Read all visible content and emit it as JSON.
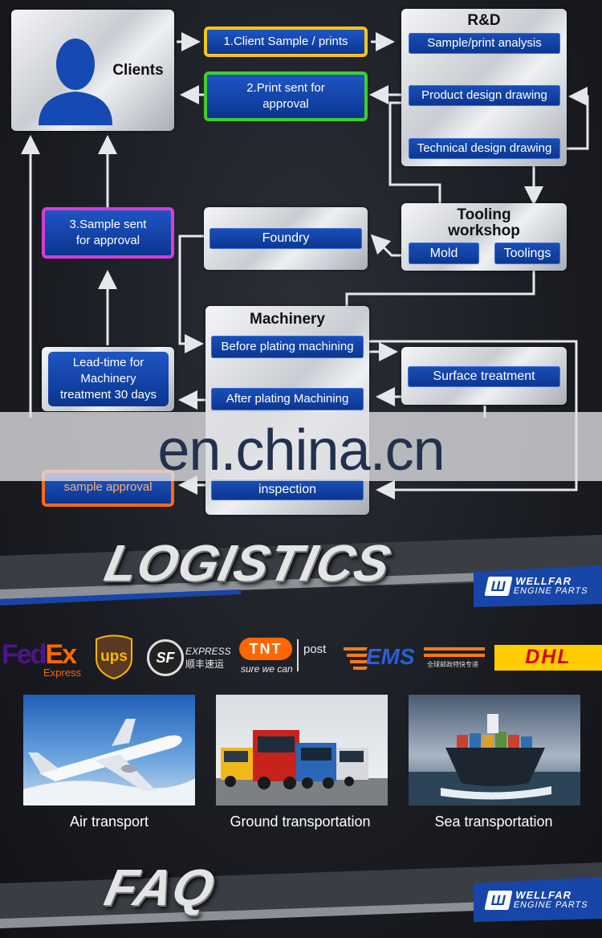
{
  "flow": {
    "clients": {
      "label": "Clients"
    },
    "client_sample": "1.Client Sample / prints",
    "print_sent": {
      "line1": "2.Print sent for",
      "line2": "approval"
    },
    "rnd": {
      "title": "R&D",
      "steps": [
        "Sample/print analysis",
        "Product design drawing",
        "Technical design drawing"
      ]
    },
    "tooling": {
      "title_line1": "Tooling",
      "title_line2": "workshop",
      "mold": "Mold",
      "toolings": "Toolings"
    },
    "foundry": "Foundry",
    "sample_sent": {
      "line1": "3.Sample sent",
      "line2": "for approval"
    },
    "machinery": {
      "title": "Machinery",
      "before": "Before plating machining",
      "after": "After plating Machining",
      "inspection": "inspection"
    },
    "surface": "Surface treatment",
    "lead_time": {
      "line1": "Lead-time for",
      "line2": "Machinery",
      "line3": "treatment 30 days"
    },
    "sample_approval": "sample approval"
  },
  "watermark": "en.china.cn",
  "logistics": {
    "heading": "LOGISTICS",
    "brand": {
      "name": "WELLFAR",
      "sub": "ENGINE PARTS"
    },
    "carriers": {
      "fedex": {
        "part1": "Fed",
        "part2": "Ex",
        "sub": "Express"
      },
      "ups": "ups",
      "sf": {
        "mark": "SF",
        "word": "EXPRESS",
        "cn": "顺丰速运"
      },
      "tnt": {
        "mark": "TNT",
        "tagline": "sure we can",
        "post": "post"
      },
      "ems": {
        "mark": "EMS",
        "cn": "全球邮政特快专递"
      },
      "dhl": "DHL"
    },
    "modes": [
      {
        "label": "Air transport",
        "icon": "airplane-photo"
      },
      {
        "label": "Ground transportation",
        "icon": "trucks-photo"
      },
      {
        "label": "Sea transportation",
        "icon": "ship-photo"
      }
    ]
  },
  "faq": {
    "heading": "FAQ",
    "brand": {
      "name": "WELLFAR",
      "sub": "ENGINE PARTS"
    }
  },
  "colors": {
    "pill_blue": "#0b3690",
    "yellow": "#f2c51d",
    "green": "#3fcf2a",
    "magenta": "#d23fd6",
    "orange": "#ff6a13",
    "brand_blue": "#1846a8"
  }
}
